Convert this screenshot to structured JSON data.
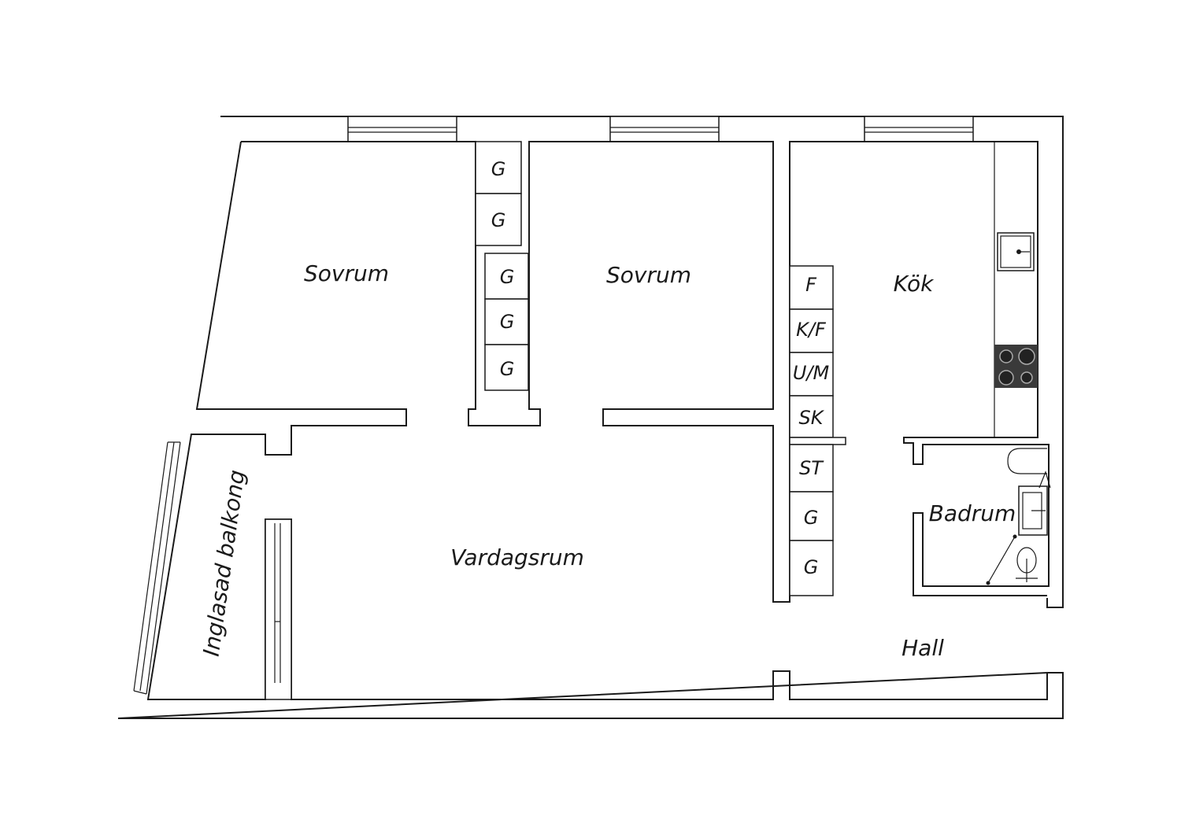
{
  "rooms": {
    "bedroom_left": "Sovrum",
    "bedroom_middle": "Sovrum",
    "kitchen": "Kök",
    "living_room": "Vardagsrum",
    "balcony": "Inglasad balkong",
    "bathroom": "Badrum",
    "hall": "Hall"
  },
  "closets": {
    "upper_left_top": "G",
    "upper_left_bottom": "G",
    "middle_1": "G",
    "middle_2": "G",
    "middle_3": "G",
    "kitchen_f": "F",
    "kitchen_kf": "K/F",
    "kitchen_um": "U/M",
    "kitchen_sk": "SK",
    "hall_st": "ST",
    "hall_g1": "G",
    "hall_g2": "G"
  },
  "icons": [
    "sink-icon",
    "stove-icon",
    "bathtub-icon",
    "washbasin-icon",
    "toilet-icon",
    "shower-icon",
    "window-icon"
  ]
}
